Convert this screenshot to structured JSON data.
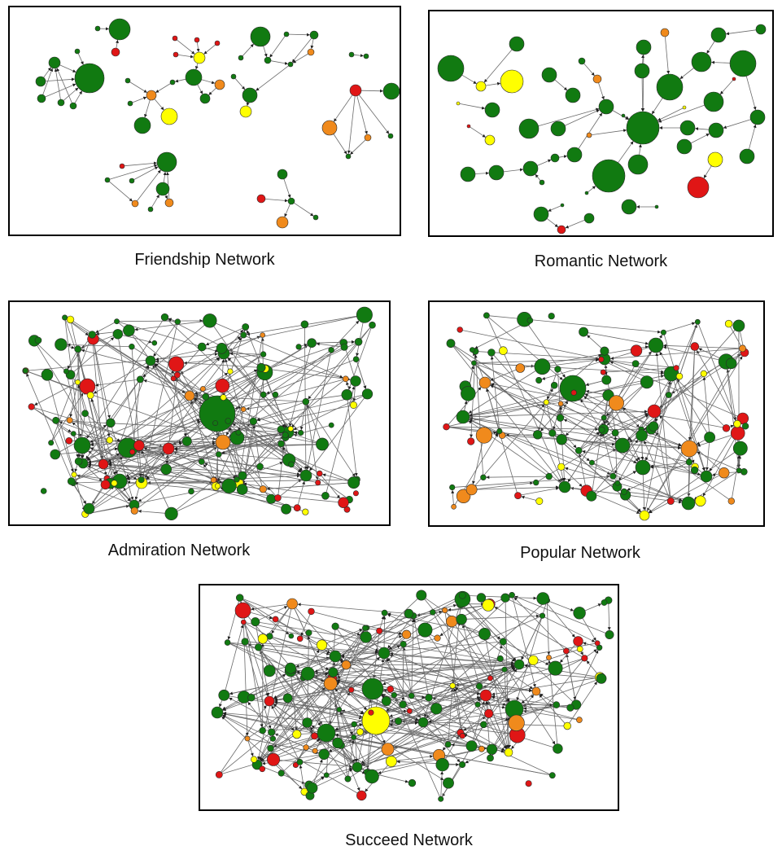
{
  "colors": {
    "green": "#117a11",
    "yellow": "#ffff00",
    "orange": "#f08a1c",
    "red": "#e01616",
    "edge": "#6a6a6a",
    "outline": "#2a2a2a"
  },
  "networks": [
    {
      "id": "friend",
      "title": "Friendship Network"
    },
    {
      "id": "romantic",
      "title": "Romantic Network"
    },
    {
      "id": "admire",
      "title": "Admiration Network"
    },
    {
      "id": "popular",
      "title": "Popular Network"
    },
    {
      "id": "succeed",
      "title": "Succeed Network"
    }
  ]
}
